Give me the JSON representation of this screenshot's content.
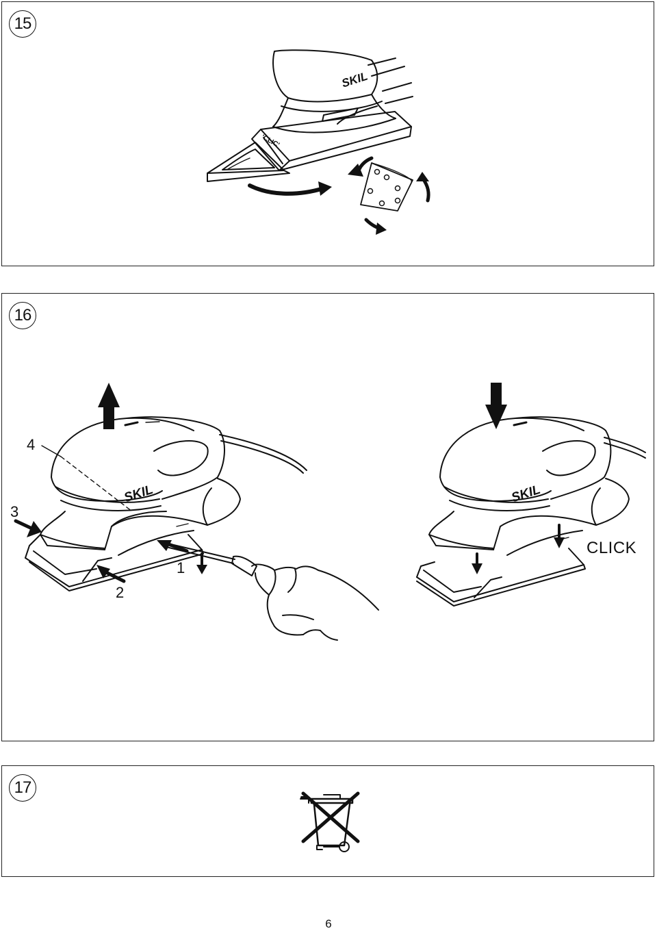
{
  "figures": [
    {
      "number": "15",
      "tool_brand": "SKIL",
      "base_text": "'CLIC'"
    },
    {
      "number": "16",
      "tool_brand_left": "SKIL",
      "tool_brand_right": "SKIL",
      "callouts": [
        "1",
        "2",
        "3",
        "4"
      ],
      "click_label": "CLICK"
    },
    {
      "number": "17"
    }
  ],
  "page": {
    "number": "6"
  },
  "icons": {
    "fig15": "sander-pad-rotate-illustration",
    "fig16_left": "sander-pad-removal-screwdriver-illustration",
    "fig16_right": "sander-pad-click-in-illustration",
    "fig17": "crossed-out-wheelie-bin-icon"
  }
}
